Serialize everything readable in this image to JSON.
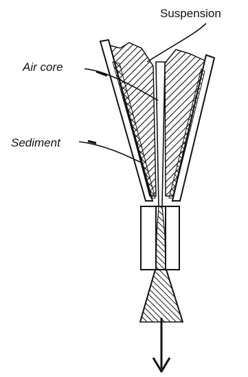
{
  "labels": {
    "suspension": "Suspension",
    "air_core": "Air core",
    "sediment": "Sediment"
  },
  "colors": {
    "ink": "#111111",
    "background": "#ffffff"
  }
}
